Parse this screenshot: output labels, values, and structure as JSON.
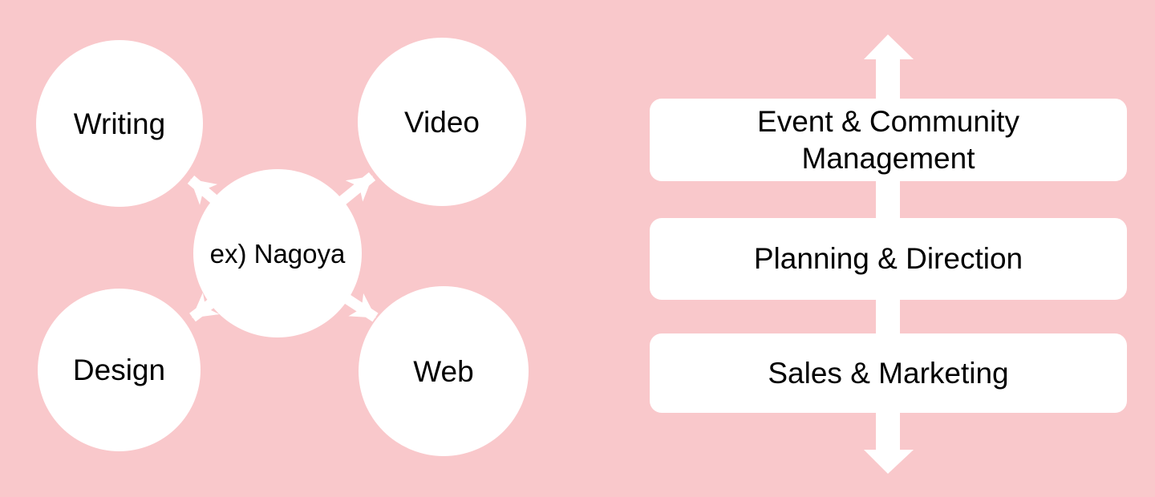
{
  "colors": {
    "background": "#f9c8cb",
    "shape_fill": "#ffffff",
    "text": "#000000"
  },
  "hub_diagram": {
    "center_label": "ex) Nagoya",
    "satellites": [
      {
        "label": "Writing"
      },
      {
        "label": "Video"
      },
      {
        "label": "Design"
      },
      {
        "label": "Web"
      }
    ]
  },
  "flow_diagram": {
    "steps": [
      {
        "label": "Event & Community Management"
      },
      {
        "label": "Planning & Direction"
      },
      {
        "label": "Sales & Marketing"
      }
    ]
  }
}
